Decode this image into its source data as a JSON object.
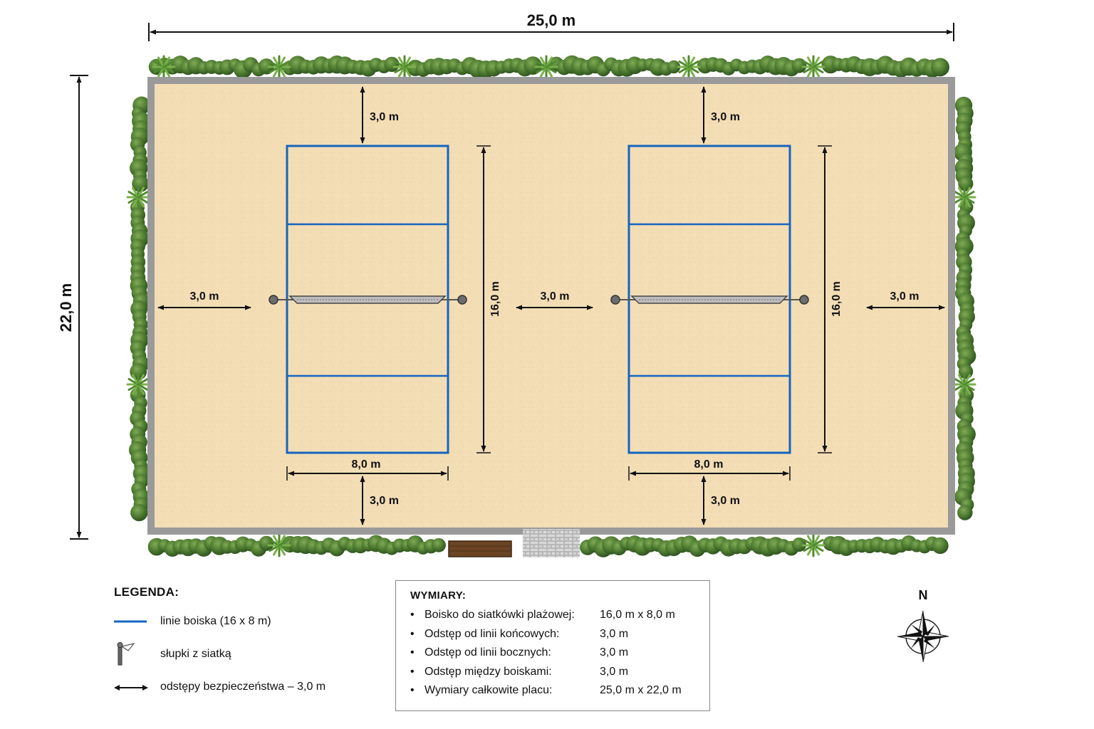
{
  "plan": {
    "overall_width_label": "25,0 m",
    "overall_height_label": "22,0 m",
    "courts": [
      {
        "length_label": "16,0 m",
        "width_label": "8,0 m",
        "top_clearance_label": "3,0 m",
        "bottom_clearance_label": "3,0 m"
      },
      {
        "length_label": "16,0 m",
        "width_label": "8,0 m",
        "top_clearance_label": "3,0 m",
        "bottom_clearance_label": "3,0 m"
      }
    ],
    "side_clearance_labels": [
      "3,0 m",
      "3,0 m",
      "3,0 m"
    ]
  },
  "legend": {
    "title": "LEGENDA:",
    "items": [
      {
        "label": "linie boiska (16 x 8 m)",
        "icon": "blue-line-icon"
      },
      {
        "label": "słupki z siatką",
        "icon": "net-post-icon"
      },
      {
        "label": "odstępy bezpieczeństwa – 3,0 m",
        "icon": "double-arrow-icon"
      }
    ]
  },
  "dimensions": {
    "title": "WYMIARY:",
    "rows": [
      {
        "label": "Boisko do siatkówki plażowej:",
        "value": "16,0 m x 8,0 m"
      },
      {
        "label": "Odstęp od linii końcowych:",
        "value": "3,0 m"
      },
      {
        "label": "Odstęp od linii bocznych:",
        "value": "3,0 m"
      },
      {
        "label": "Odstęp między boiskami:",
        "value": "3,0 m"
      },
      {
        "label": "Wymiary całkowite placu:",
        "value": "25,0 m x 22,0 m"
      }
    ]
  },
  "compass": {
    "north_label": "N"
  },
  "colors": {
    "court_line": "#1565c0",
    "sand": "#f3ddb5",
    "hedge": "#4f7a34",
    "border": "#8c8c8c"
  }
}
